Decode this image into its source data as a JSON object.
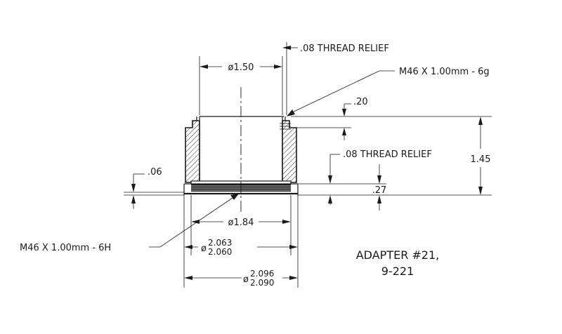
{
  "labels": {
    "thread_relief_top": ".08 THREAD RELIEF",
    "thread_relief_mid": ".08 THREAD RELIEF",
    "ext_thread": "M46 X 1.00mm - 6g",
    "int_thread": "M46 X 1.00mm - 6H"
  },
  "dims": {
    "d150": "ø1.50",
    "d020": ".20",
    "d145": "1.45",
    "d006": ".06",
    "d027": ".27",
    "d184": "ø1.84",
    "d2063_prefix": "ø",
    "d2063_upper": "2.063",
    "d2063_lower": "2.060",
    "d2096_prefix": "ø",
    "d2096_upper": "2.096",
    "d2096_lower": "2.090"
  },
  "title": {
    "line1": "ADAPTER #21,",
    "line2": "9-221"
  }
}
